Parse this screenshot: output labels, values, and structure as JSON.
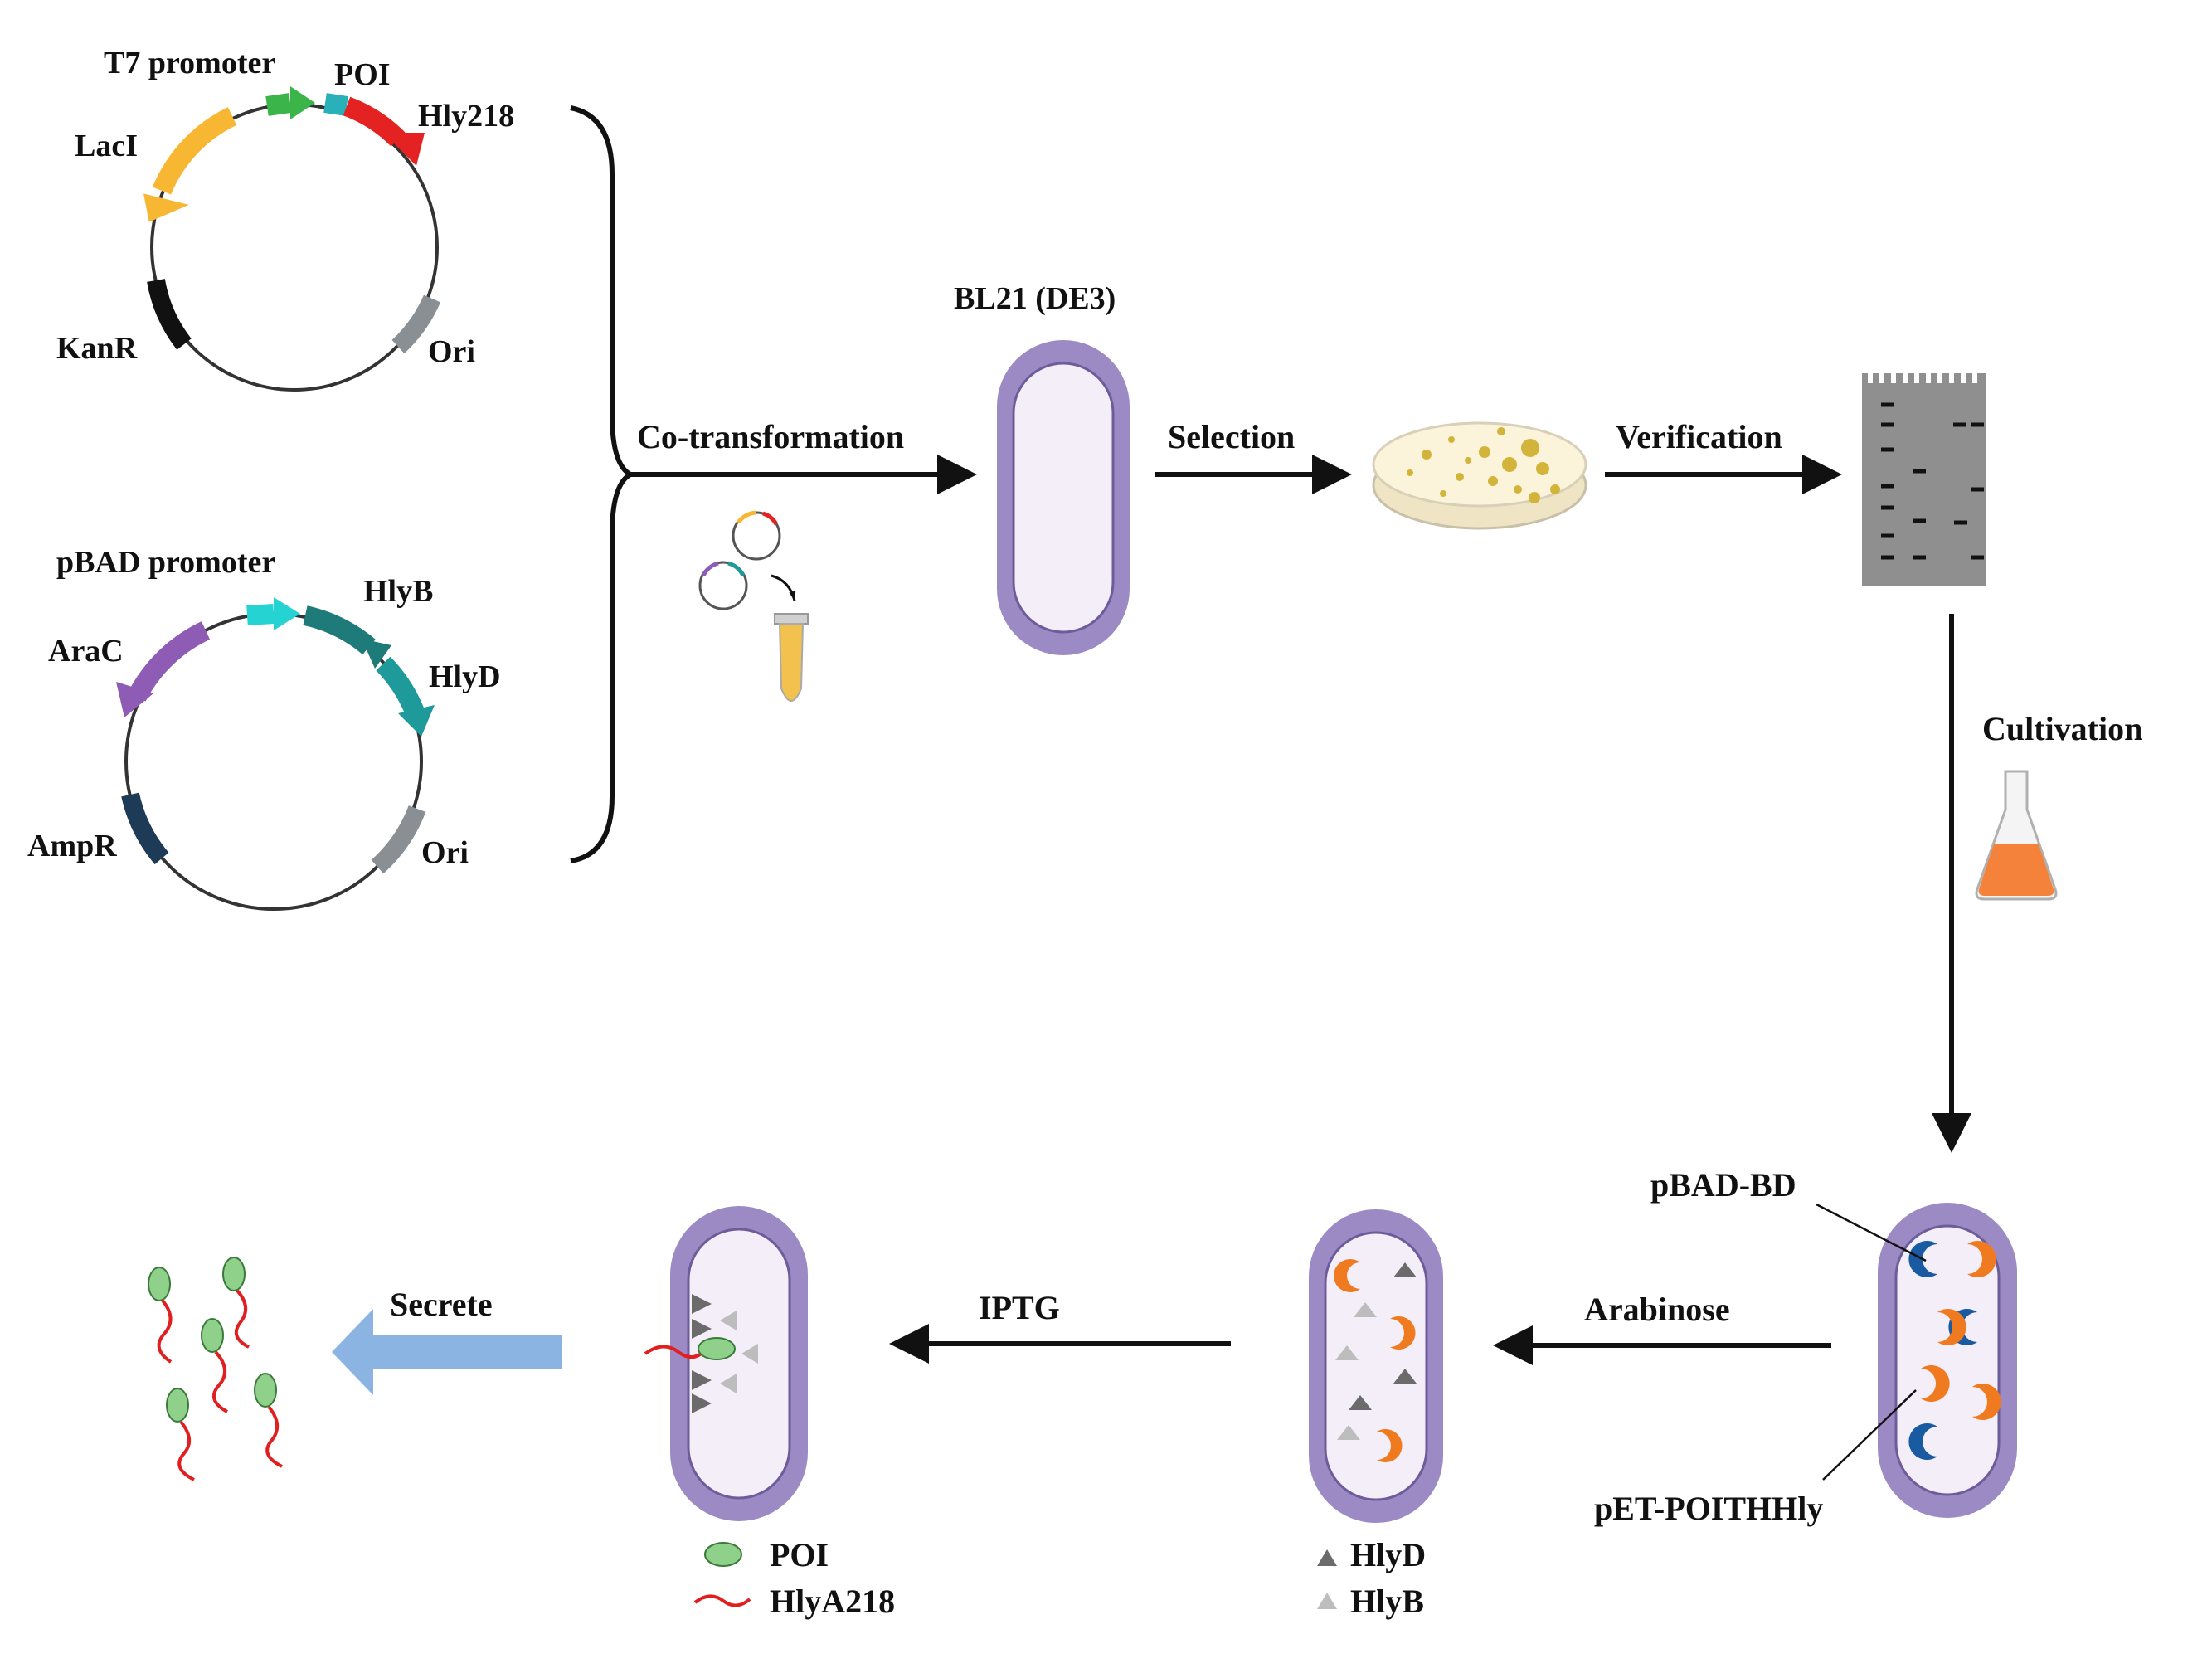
{
  "plasmid1": {
    "labels": {
      "t7_promoter": "T7 promoter",
      "poi": "POI",
      "hly218": "Hly218",
      "laci": "LacI",
      "kanr": "KanR",
      "ori": "Ori"
    }
  },
  "plasmid2": {
    "labels": {
      "pbad_promoter": "pBAD promoter",
      "hlyb": "HlyB",
      "arac": "AraC",
      "hlyd": "HlyD",
      "ampr": "AmpR",
      "ori": "Ori"
    }
  },
  "steps": {
    "cotransformation": "Co-transformation",
    "strain": "BL21 (DE3)",
    "selection": "Selection",
    "verification": "Verification",
    "cultivation": "Cultivation",
    "arabinose": "Arabinose",
    "iptg": "IPTG",
    "secrete": "Secrete"
  },
  "callouts": {
    "pbad_bd": "pBAD-BD",
    "pet_poithhly": "pET-POITHHly"
  },
  "legend": {
    "poi": "POI",
    "hlya218": "HlyA218",
    "hlyd": "HlyD",
    "hlyb": "HlyB"
  },
  "colors": {
    "cell_membrane": "#9b8ac4",
    "cell_inner": "#f4eef8",
    "t7_promoter": "#3bb54a",
    "poi": "#2ab0b8",
    "hly218": "#e52222",
    "laci": "#f7b733",
    "kanr": "#111111",
    "ori": "#8a8f94",
    "pbad_promoter": "#25d3d3",
    "hlyb": "#1f7a7a",
    "hlyd": "#1e9a9a",
    "arac": "#8e5bb5",
    "ampr": "#1d3a57",
    "secrete_arrow": "#8cb4e2",
    "poi_oval": "#8fd08a",
    "hlya218_chain": "#e02020",
    "bd_dark": "#1a5aa0",
    "poithhly_orange": "#f07a20"
  }
}
